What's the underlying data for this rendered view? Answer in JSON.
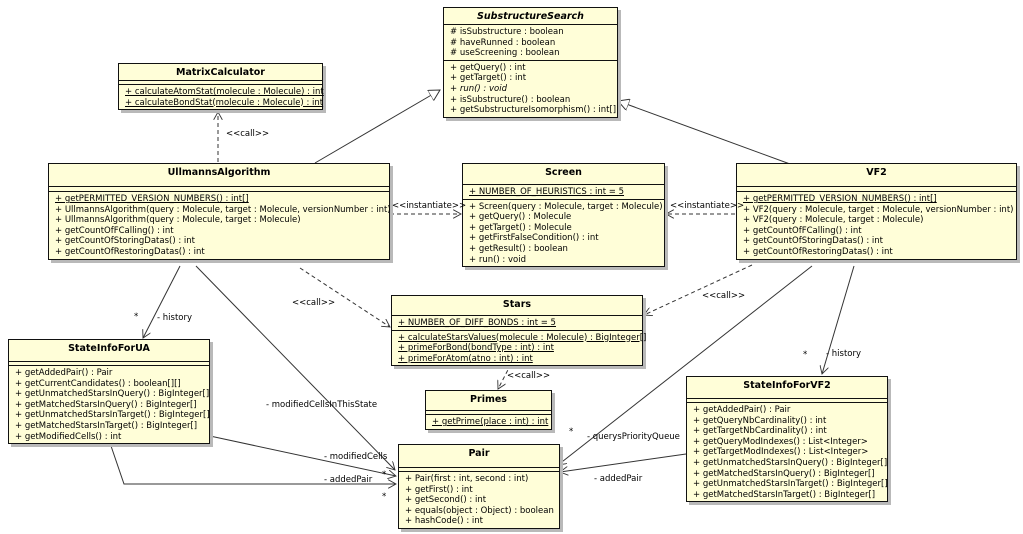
{
  "classes": {
    "substructure_search": {
      "name": "SubstructureSearch",
      "attributes": [
        {
          "text": "# isSubstructure : boolean"
        },
        {
          "text": "# haveRunned : boolean"
        },
        {
          "text": "# useScreening : boolean"
        }
      ],
      "operations": [
        {
          "text": "+ getQuery() : int"
        },
        {
          "text": "+ getTarget() : int"
        },
        {
          "text": "+ run() : void",
          "abstract": true
        },
        {
          "text": "+ isSubstructure() : boolean"
        },
        {
          "text": "+ getSubstructureIsomorphism() : int[]"
        }
      ]
    },
    "matrix_calculator": {
      "name": "MatrixCalculator",
      "operations": [
        {
          "text": "+ calculateAtomStat(molecule : Molecule) : int",
          "static": true
        },
        {
          "text": "+ calculateBondStat(molecule : Molecule) : int",
          "static": true
        }
      ]
    },
    "ullmanns_algorithm": {
      "name": "UllmannsAlgorithm",
      "operations": [
        {
          "text": "+ getPERMITTED_VERSION_NUMBERS() : int[]",
          "static": true
        },
        {
          "text": "+ UllmannsAlgorithm(query : Molecule, target : Molecule, versionNumber : int)"
        },
        {
          "text": "+ UllmannsAlgorithm(query : Molecule, target : Molecule)"
        },
        {
          "text": "+ getCountOfFCalling() : int"
        },
        {
          "text": "+ getCountOfStoringDatas() : int"
        },
        {
          "text": "+ getCountOfRestoringDatas() : int"
        }
      ]
    },
    "screen": {
      "name": "Screen",
      "attributes": [
        {
          "text": "+ NUMBER_OF_HEURISTICS : int = 5",
          "static": true
        }
      ],
      "operations": [
        {
          "text": "+ Screen(query : Molecule, target : Molecule)"
        },
        {
          "text": "+ getQuery() : Molecule"
        },
        {
          "text": "+ getTarget() : Molecule"
        },
        {
          "text": "+ getFirstFalseCondition() : int"
        },
        {
          "text": "+ getResult() : boolean"
        },
        {
          "text": "+ run() : void"
        }
      ]
    },
    "vf2": {
      "name": "VF2",
      "operations": [
        {
          "text": "+ getPERMITTED_VERSION_NUMBERS() : int[]",
          "static": true
        },
        {
          "text": "+ VF2(query : Molecule, target : Molecule, versionNumber : int)"
        },
        {
          "text": "+ VF2(query : Molecule, target : Molecule)"
        },
        {
          "text": "+ getCountOfFCalling() : int"
        },
        {
          "text": "+ getCountOfStoringDatas() : int"
        },
        {
          "text": "+ getCountOfRestoringDatas() : int"
        }
      ]
    },
    "stars": {
      "name": "Stars",
      "attributes": [
        {
          "text": "+ NUMBER_OF_DIFF_BONDS : int = 5",
          "static": true
        }
      ],
      "operations": [
        {
          "text": "+ calculateStarsValues(molecule : Molecule) : BigInteger[]",
          "static": true
        },
        {
          "text": "+ primeForBond(bondType : int) : int",
          "static": true
        },
        {
          "text": "+ primeForAtom(atno : int) : int",
          "static": true
        }
      ]
    },
    "primes": {
      "name": "Primes",
      "operations": [
        {
          "text": "+ getPrime(place : int) : int",
          "static": true
        }
      ]
    },
    "state_info_for_ua": {
      "name": "StateInfoForUA",
      "operations": [
        {
          "text": "+ getAddedPair() : Pair"
        },
        {
          "text": "+ getCurrentCandidates() : boolean[][]"
        },
        {
          "text": "+ getUnmatchedStarsInQuery() : BigInteger[]"
        },
        {
          "text": "+ getMatchedStarsInQuery() : BigInteger[]"
        },
        {
          "text": "+ getUnmatchedStarsInTarget() : BigInteger[]"
        },
        {
          "text": "+ getMatchedStarsInTarget() : BigInteger[]"
        },
        {
          "text": "+ getModifiedCells() : int"
        }
      ]
    },
    "pair": {
      "name": "Pair",
      "operations": [
        {
          "text": "+ Pair(first : int, second : int)"
        },
        {
          "text": "+ getFirst() : int"
        },
        {
          "text": "+ getSecond() : int"
        },
        {
          "text": "+ equals(object : Object) : boolean"
        },
        {
          "text": "+ hashCode() : int"
        }
      ]
    },
    "state_info_for_vf2": {
      "name": "StateInfoForVF2",
      "operations": [
        {
          "text": "+ getAddedPair() : Pair"
        },
        {
          "text": "+ getQueryNbCardinality() : int"
        },
        {
          "text": "+ getTargetNbCardinality() : int"
        },
        {
          "text": "+ getQueryModIndexes() : List<Integer>"
        },
        {
          "text": "+ getTargetModIndexes() : List<Integer>"
        },
        {
          "text": "+ getUnmatchedStarsInQuery() : BigInteger[]"
        },
        {
          "text": "+ getMatchedStarsInQuery() : BigInteger[]"
        },
        {
          "text": "+ getUnmatchedStarsInTarget() : BigInteger[]"
        },
        {
          "text": "+ getMatchedStarsInTarget() : BigInteger[]"
        }
      ]
    }
  },
  "relations": {
    "call_ua_matrix": "<<call>>",
    "instantiate_ua_screen": "<<instantiate>>",
    "instantiate_vf2_screen": "<<instantiate>>",
    "call_ua_stars": "<<call>>",
    "call_vf2_stars": "<<call>>",
    "call_stars_primes": "<<call>>",
    "history_ua": "- history",
    "history_vf2": "- history",
    "modified_cells_in_this_state": "- modifiedCellsInThisState",
    "modified_cells": "- modifiedCells",
    "added_pair_ua": "- addedPair",
    "added_pair_vf2": "- addedPair",
    "queries_priority_queue": "- querysPriorityQueue",
    "multiplicity_many": "*"
  }
}
